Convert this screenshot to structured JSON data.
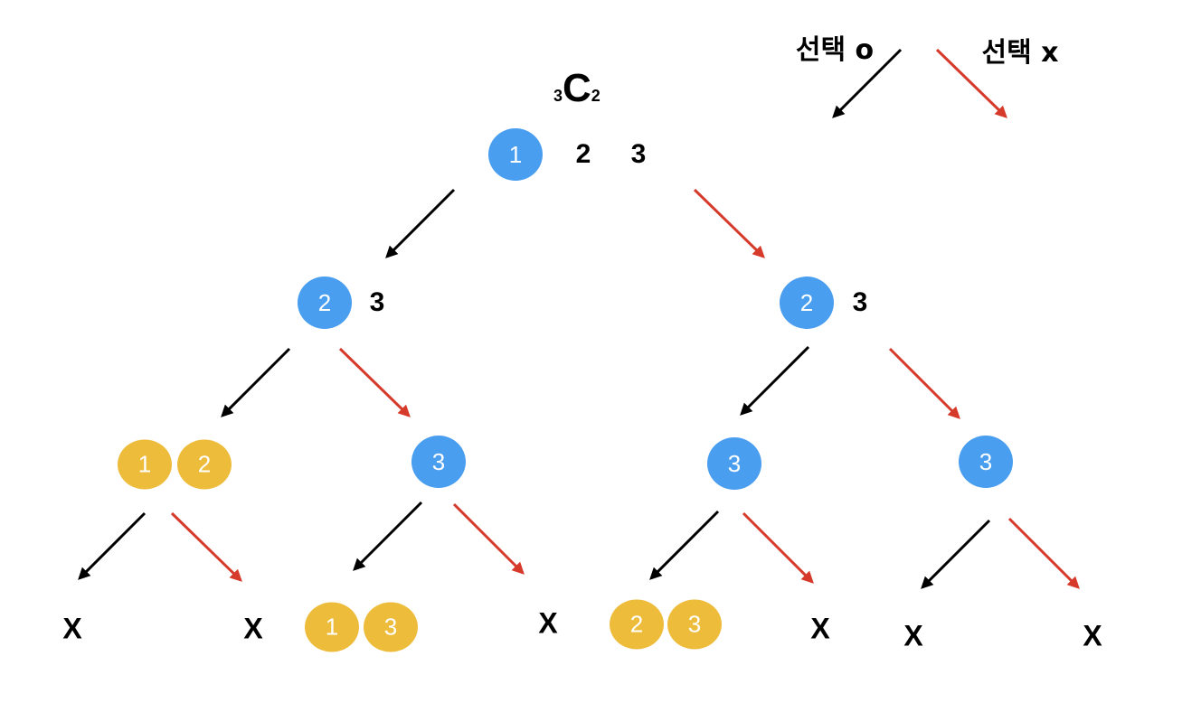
{
  "colors": {
    "blue": "#4a9ef0",
    "gold": "#eebc3b",
    "select_arrow": "#000000",
    "skip_arrow": "#d63a2a"
  },
  "legend": {
    "select_label": "선택 o",
    "skip_label": "선택 x"
  },
  "notation": {
    "n": "3",
    "symbol": "C",
    "r": "2"
  },
  "root": {
    "chosen": "1",
    "rest": [
      "2",
      "3"
    ]
  },
  "level1": {
    "left": {
      "chosen": "2",
      "rest": "3"
    },
    "right": {
      "chosen": "2",
      "rest": "3"
    }
  },
  "level2": {
    "ll": {
      "gold": [
        "1",
        "2"
      ]
    },
    "lr": {
      "chosen": "3"
    },
    "rl": {
      "chosen": "3"
    },
    "rr": {
      "chosen": "3"
    }
  },
  "leaves": {
    "x_mark": "X",
    "lr_combo": [
      "1",
      "3"
    ],
    "rl_combo": [
      "2",
      "3"
    ]
  },
  "icons": {
    "select_arrow": "arrow-down-left-icon",
    "skip_arrow": "arrow-down-right-icon"
  }
}
